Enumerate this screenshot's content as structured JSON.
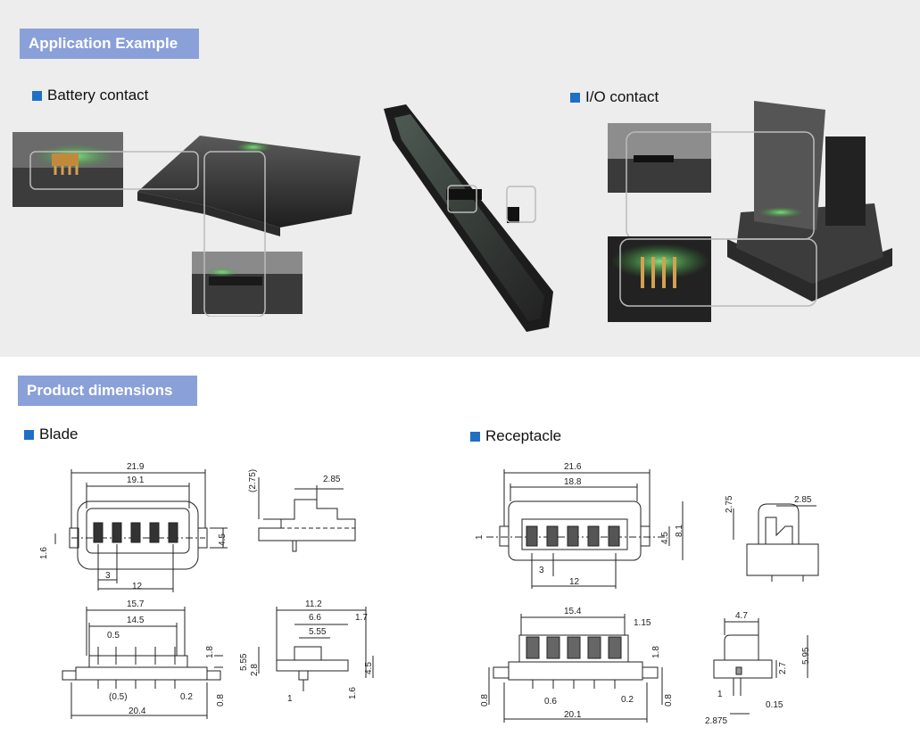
{
  "sections": {
    "application": "Application Example",
    "dimensions": "Product dimensions"
  },
  "labels": {
    "battery": "Battery contact",
    "io": "I/O contact",
    "blade": "Blade",
    "receptacle": "Receptacle"
  },
  "blade_dims": {
    "front_w_outer": "21.9",
    "front_w_inner": "19.1",
    "front_h_left": "1.6",
    "front_h_right": "4.5",
    "pitch": "3",
    "span": "12",
    "side_top": "(2.75)",
    "side_w": "2.85",
    "bottom_w1": "15.7",
    "bottom_w2": "14.5",
    "pin_w": "0.5",
    "pin_h": "1.8",
    "pin_gap": "(0.5)",
    "tail": "0.2",
    "tail_h": "0.8",
    "base_w": "20.4",
    "s_total": "11.2",
    "s_w1": "6.6",
    "s_w2": "1.7",
    "s_w3": "5.55",
    "s_h1": "5.55",
    "s_h2": "2.8",
    "s_h3": "4.5",
    "s_h4": "1.6",
    "s_pin": "1"
  },
  "receptacle_dims": {
    "front_w_outer": "21.6",
    "front_w_inner": "18.8",
    "front_h_left": "1",
    "front_h_mid": "4.5",
    "front_h_right": "8.1",
    "pitch": "3",
    "span": "12",
    "side_h": "2.75",
    "side_w": "2.85",
    "bottom_w": "15.4",
    "bottom_w2": "1.15",
    "pin_h": "1.8",
    "tail_h_left": "0.8",
    "pin_gap": "0.6",
    "tail": "0.2",
    "tail_h_right": "0.8",
    "base_w": "20.1",
    "s_w": "4.7",
    "s_h1": "2.7",
    "s_h2": "5.95",
    "s_pin": "1",
    "s_gap": "0.15",
    "s_base": "2.875"
  }
}
